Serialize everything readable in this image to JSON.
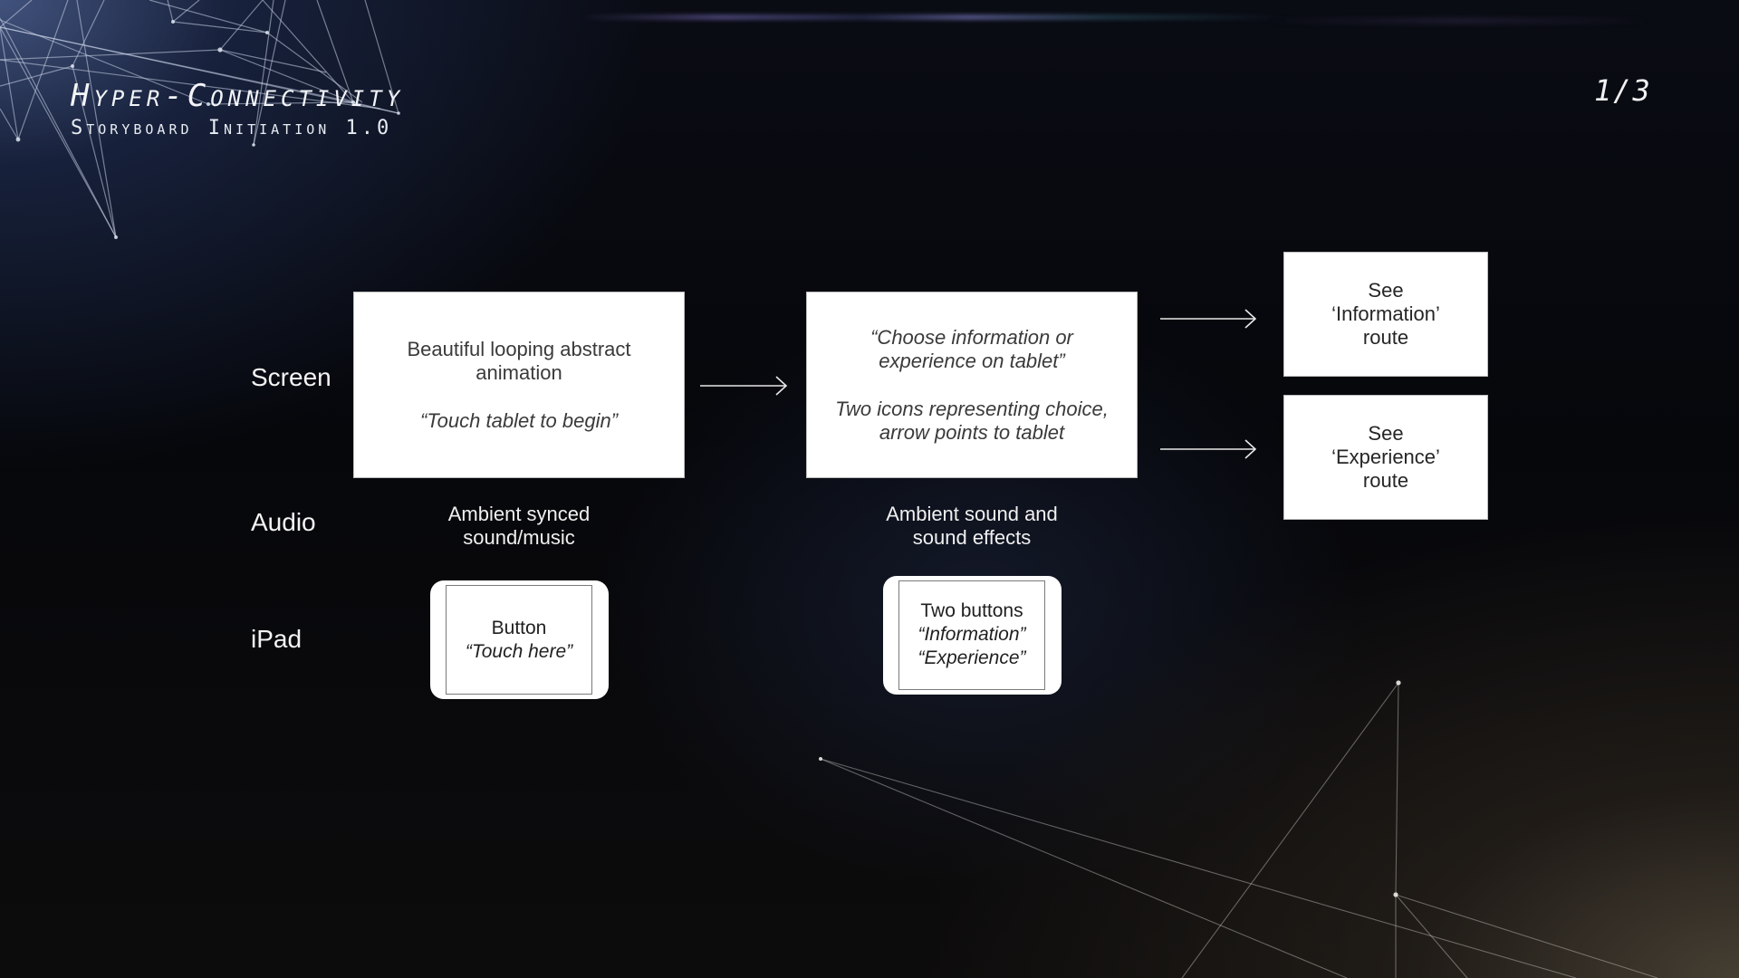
{
  "header": {
    "title": "Hyper-Connectivity",
    "subtitle": "Storyboard Initiation 1.0",
    "page_indicator": "1/3"
  },
  "row_labels": {
    "screen": "Screen",
    "audio": "Audio",
    "ipad": "iPad"
  },
  "steps": [
    {
      "screen": {
        "line1": "Beautiful looping abstract",
        "line2": "animation",
        "quote": "“Touch tablet to begin”"
      },
      "audio": {
        "line1": "Ambient synced",
        "line2": "sound/music"
      },
      "ipad": {
        "line1": "Button",
        "line2": "“Touch here”"
      }
    },
    {
      "screen": {
        "quote_line1": "“Choose information or",
        "quote_line2": "experience on tablet”",
        "desc_line1": "Two icons representing choice,",
        "desc_line2": "arrow points to tablet"
      },
      "audio": {
        "line1": "Ambient sound and",
        "line2": "sound effects"
      },
      "ipad": {
        "line1": "Two buttons",
        "line2": "“Information”",
        "line3": "“Experience”"
      }
    }
  ],
  "routes": [
    {
      "line1": "See",
      "line2": "‘Information’",
      "line3": "route"
    },
    {
      "line1": "See",
      "line2": "‘Experience’",
      "line3": "route"
    }
  ],
  "connectors": [
    {
      "name": "arrow-step1-to-step2",
      "icon": "arrow-right-icon"
    },
    {
      "name": "arrow-to-information-route",
      "icon": "arrow-right-icon"
    },
    {
      "name": "arrow-to-experience-route",
      "icon": "arrow-right-icon"
    }
  ],
  "colors": {
    "background": "#07070b",
    "card": "#ffffff",
    "text_light": "#f2f2f2",
    "text_dark": "#3a3a3a",
    "network_lines": "#c9cfdc"
  }
}
